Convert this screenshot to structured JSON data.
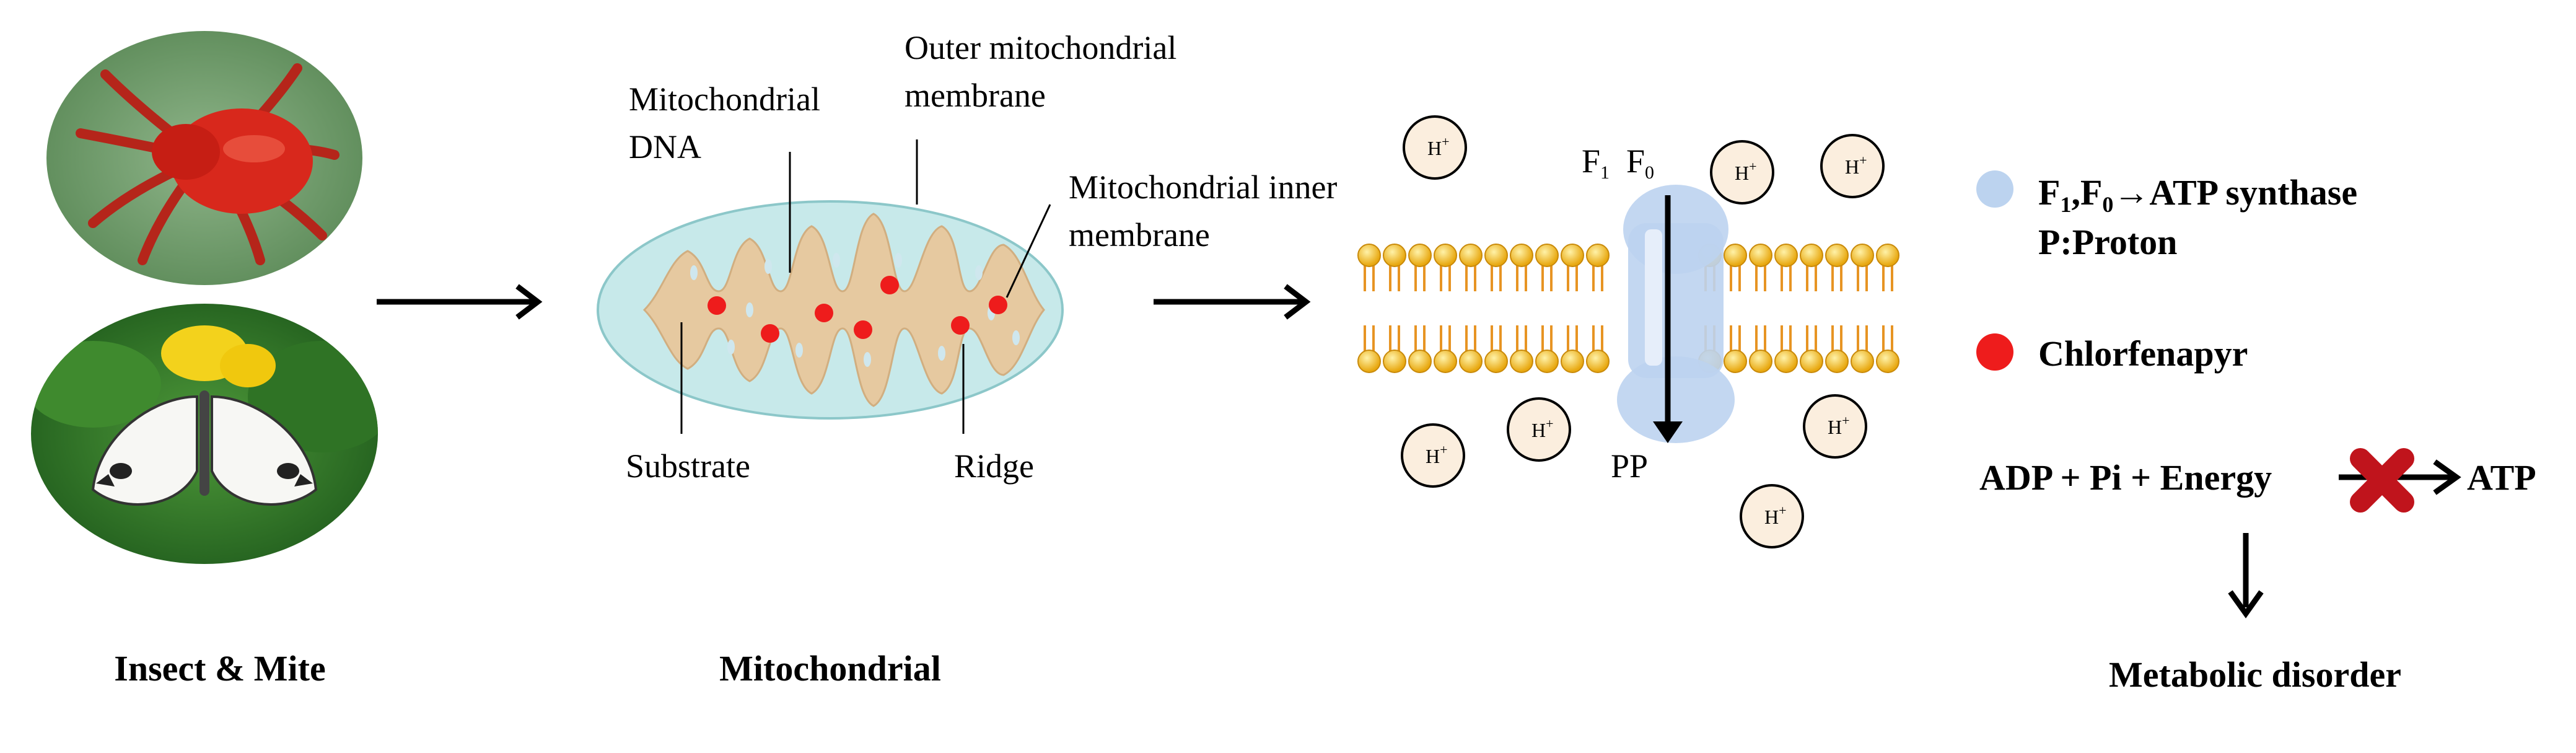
{
  "captions": {
    "insect_mite": "Insect & Mite",
    "mitochondrial": "Mitochondrial",
    "metabolic_disorder": "Metabolic disorder"
  },
  "mito_labels": {
    "mtdna_line1": "Mitochondrial",
    "mtdna_line2": "DNA",
    "outer_line1": "Outer mitochondrial",
    "outer_line2": "membrane",
    "inner_line1": "Mitochondrial inner",
    "inner_line2": "membrane",
    "substrate": "Substrate",
    "ridge": "Ridge"
  },
  "membrane_labels": {
    "f1": "F",
    "f1_sub": "1",
    "f0": "F",
    "f0_sub": "0",
    "pp": "PP",
    "proton": "H",
    "proton_sup": "+"
  },
  "legend": {
    "synthase_a": "F",
    "synthase_sub1": "1",
    "synthase_b": ",F",
    "synthase_sub0": "0",
    "synthase_c": "→ATP synthase",
    "proton": "P:Proton",
    "chlorfenapyr": "Chlorfenapyr"
  },
  "reaction": {
    "left": "ADP + Pi + Energy",
    "right": "ATP"
  },
  "colors": {
    "chlorfenapyr": "#ee1c1c",
    "synthase": "#bcd3ef",
    "mito_outer": "#c7e9ea",
    "mito_inner": "#e6c9a0",
    "lipid_head": "#f4c430",
    "block_x": "#c0141c"
  }
}
